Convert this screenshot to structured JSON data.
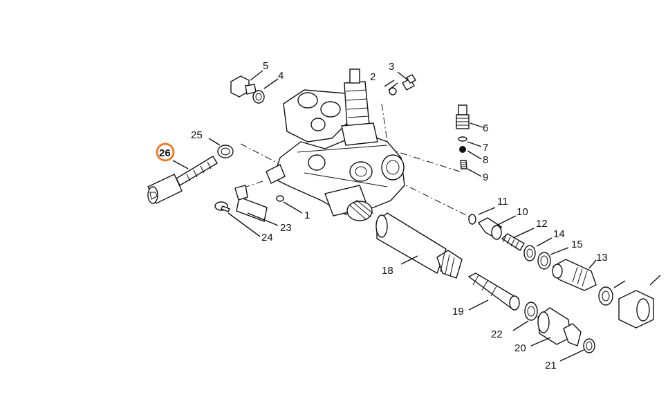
{
  "diagram": {
    "highlight_color": "#e8802c",
    "highlighted_part": "26",
    "part_labels": {
      "p1": "1",
      "p2": "2",
      "p3": "3",
      "p4": "4",
      "p5": "5",
      "p6": "6",
      "p7": "7",
      "p8": "8",
      "p9": "9",
      "p10": "10",
      "p11": "11",
      "p12": "12",
      "p13": "13",
      "p14": "14",
      "p15": "15",
      "p18": "18",
      "p19": "19",
      "p20": "20",
      "p21": "21",
      "p22": "22",
      "p23": "23",
      "p24": "24",
      "p25": "25",
      "p26": "26"
    }
  }
}
